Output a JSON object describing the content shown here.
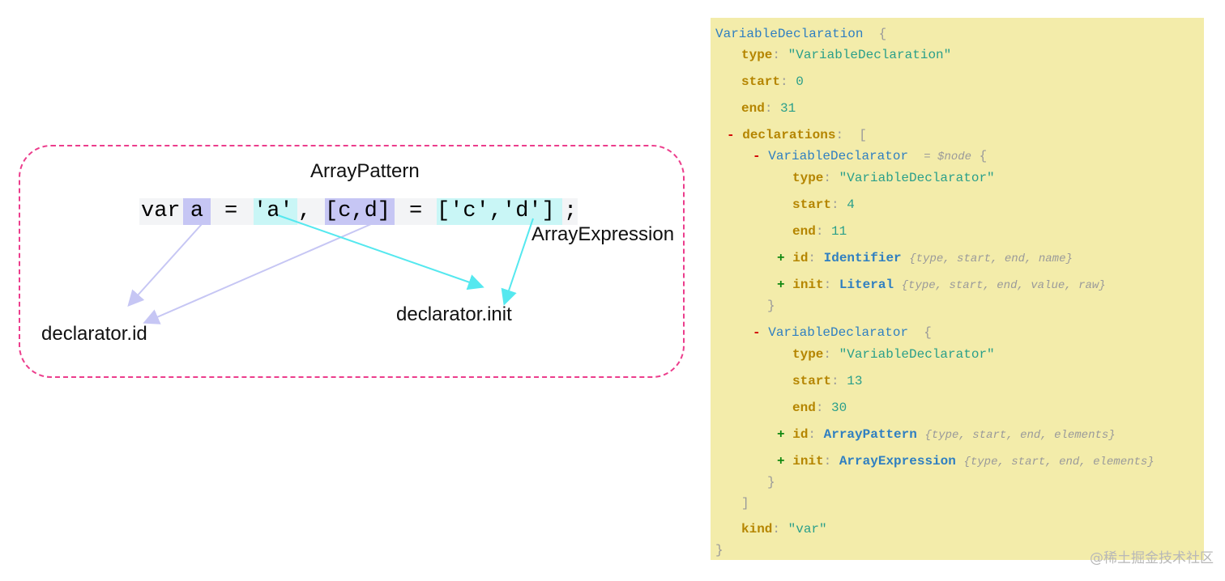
{
  "diagram": {
    "label_array_pattern": "ArrayPattern",
    "label_array_expression": "ArrayExpression",
    "label_declarator_id": "declarator.id",
    "label_declarator_init": "declarator.init",
    "code_tokens": [
      "var",
      "a",
      "=",
      "'a'",
      ",",
      "[c,d]",
      "=",
      "['c','d']",
      ";"
    ],
    "colors": {
      "box": "#ec3d8c",
      "id_arrow": "#c6c6f4",
      "init_arrow": "#55e8ef"
    }
  },
  "ast": {
    "root_type": "VariableDeclaration",
    "root_type_field": "type",
    "root_type_value": "\"VariableDeclaration\"",
    "start_key": "start",
    "start_val": "0",
    "end_key": "end",
    "end_val": "31",
    "declarations_key": "declarations",
    "d1": {
      "type": "VariableDeclarator",
      "node_hint": "= $node",
      "type_value": "\"VariableDeclarator\"",
      "start": "4",
      "end": "11",
      "id_type": "Identifier",
      "id_fields": "{type, start, end, name}",
      "init_type": "Literal",
      "init_fields": "{type, start, end, value, raw}"
    },
    "d2": {
      "type": "VariableDeclarator",
      "type_value": "\"VariableDeclarator\"",
      "start": "13",
      "end": "30",
      "id_type": "ArrayPattern",
      "id_fields": "{type, start, end, elements}",
      "init_type": "ArrayExpression",
      "init_fields": "{type, start, end, elements}"
    },
    "kind_key": "kind",
    "kind_val": "\"var\"",
    "id_key": "id",
    "init_key": "init",
    "type_key": "type"
  },
  "watermark": "@稀土掘金技术社区"
}
